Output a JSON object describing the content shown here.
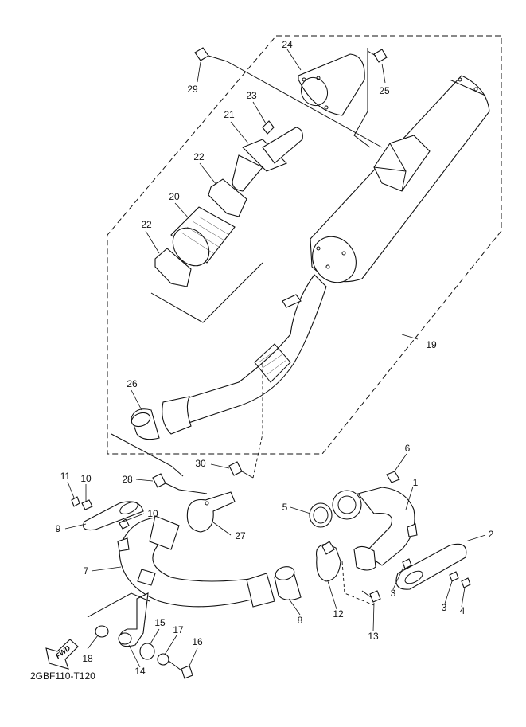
{
  "callouts": [
    {
      "id": "1",
      "text": "1"
    },
    {
      "id": "2",
      "text": "2"
    },
    {
      "id": "3a",
      "text": "3"
    },
    {
      "id": "3b",
      "text": "3"
    },
    {
      "id": "4",
      "text": "4"
    },
    {
      "id": "5",
      "text": "5"
    },
    {
      "id": "6",
      "text": "6"
    },
    {
      "id": "7",
      "text": "7"
    },
    {
      "id": "8",
      "text": "8"
    },
    {
      "id": "9",
      "text": "9"
    },
    {
      "id": "10a",
      "text": "10"
    },
    {
      "id": "10b",
      "text": "10"
    },
    {
      "id": "11",
      "text": "11"
    },
    {
      "id": "12",
      "text": "12"
    },
    {
      "id": "13",
      "text": "13"
    },
    {
      "id": "14",
      "text": "14"
    },
    {
      "id": "15",
      "text": "15"
    },
    {
      "id": "16",
      "text": "16"
    },
    {
      "id": "17",
      "text": "17"
    },
    {
      "id": "18",
      "text": "18"
    },
    {
      "id": "19",
      "text": "19"
    },
    {
      "id": "20",
      "text": "20"
    },
    {
      "id": "21",
      "text": "21"
    },
    {
      "id": "22a",
      "text": "22"
    },
    {
      "id": "22b",
      "text": "22"
    },
    {
      "id": "23",
      "text": "23"
    },
    {
      "id": "24",
      "text": "24"
    },
    {
      "id": "25",
      "text": "25"
    },
    {
      "id": "26",
      "text": "26"
    },
    {
      "id": "27",
      "text": "27"
    },
    {
      "id": "28",
      "text": "28"
    },
    {
      "id": "29",
      "text": "29"
    },
    {
      "id": "30",
      "text": "30"
    }
  ],
  "diagram_code": "2GBF110-T120",
  "fwd_label": "FWD"
}
